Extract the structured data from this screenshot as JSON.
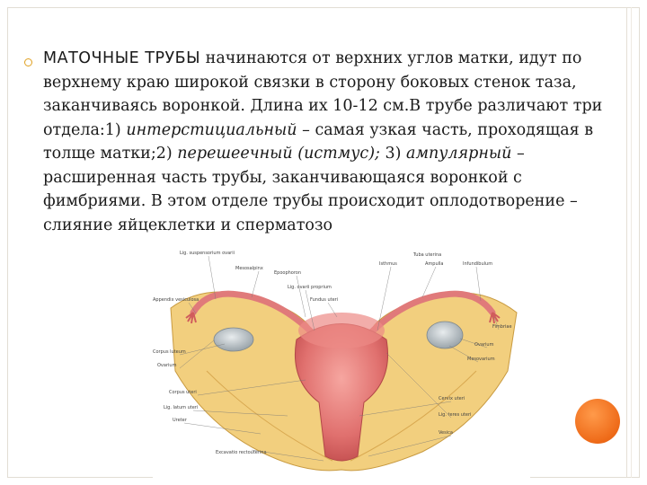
{
  "slide": {
    "lead": "МАТОЧНЫЕ  ТРУБЫ",
    "t1": " начинаются от верхних углов матки, идут по верхнему краю широкой связки в сторону боковых стенок таза, заканчиваясь воронкой. Длина их 10-12 см.В трубе различают три отдела:1) ",
    "i1": "интерстициальный",
    "t2": " – самая узкая часть, проходящая в толще матки;2) ",
    "i2": "перешеечный (истмус);",
    "t3": " 3) ",
    "i3": "ампулярный",
    "t4": " – расширенная часть трубы, заканчивающаяся воронкой с фимбриями. В этом отделе трубы происходит оплодотворение – слияние яйцеклетки и сперматозо"
  },
  "figure": {
    "labels": {
      "l1": "Lig. suspensorium ovarii",
      "l2": "Mesosalpinx",
      "l3": "Epoophoron",
      "l4": "Lig. ovarii proprium",
      "l5": "Fundus uteri",
      "l6": "Appendix vesiculosa",
      "l7": "Ovarium",
      "l8": "Corpus luteum",
      "l9": "Corpus uteri",
      "l10": "Lig. latum uteri",
      "l11": "Ureter",
      "l12": "Excavatio rectouterina",
      "l13": "Isthmus",
      "l14": "Ampulla",
      "l15": "Infundibulum",
      "l16": "Tuba uterina",
      "l17": "Fimbriae",
      "l18": "Ovarium",
      "l19": "Mesovarium",
      "l20": "Cervix uteri",
      "l21": "Lig. teres uteri",
      "l22": "Vesica"
    }
  },
  "colors": {
    "bullet": "#e0a020",
    "orange_circle": "#ee6a18"
  },
  "icons": {
    "bullet": "ring-bullet-icon"
  }
}
